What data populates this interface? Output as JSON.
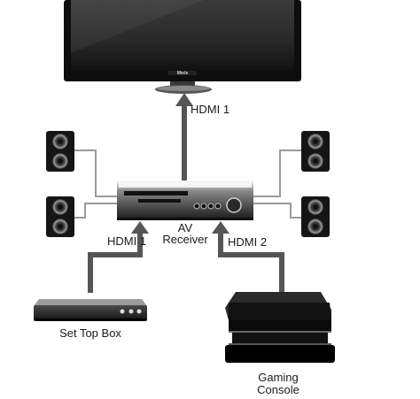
{
  "tv": {
    "brand": "Miele"
  },
  "connections": {
    "tv_link": "HDMI 1",
    "settop_link": "HDMI 1",
    "console_link": "HDMI 2"
  },
  "receiver": {
    "line1": "AV",
    "line2": "Receiver"
  },
  "devices": {
    "settop": "Set Top Box",
    "console_line1": "Gaming",
    "console_line2": "Console"
  },
  "colors": {
    "arrow": "#555555",
    "wire": "#9a9a9a",
    "device": "#1b1b1b"
  }
}
